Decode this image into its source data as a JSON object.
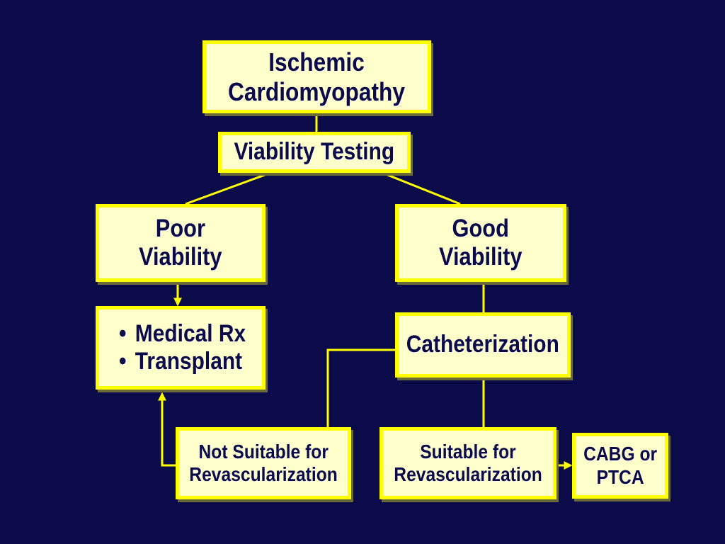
{
  "colors": {
    "background": "#0b0b4a",
    "box_fill": "#ffffcc",
    "box_border": "#ffff00",
    "connector": "#ffff00",
    "text": "#0b0b4a"
  },
  "nodes": {
    "ischemic": {
      "lines": [
        "Ischemic",
        "Cardiomyopathy"
      ]
    },
    "viability_testing": {
      "lines": [
        "Viability Testing"
      ]
    },
    "poor_viability": {
      "lines": [
        "Poor",
        "Viability"
      ]
    },
    "good_viability": {
      "lines": [
        "Good",
        "Viability"
      ]
    },
    "medical": {
      "lines": [
        "Medical Rx",
        "Transplant"
      ]
    },
    "catheterization": {
      "lines": [
        "Catheterization"
      ]
    },
    "not_suitable": {
      "lines": [
        "Not Suitable for",
        "Revascularization"
      ]
    },
    "suitable": {
      "lines": [
        "Suitable for",
        "Revascularization"
      ]
    },
    "cabg": {
      "lines": [
        "CABG or",
        "PTCA"
      ]
    }
  },
  "edges": [
    {
      "from": "ischemic",
      "to": "viability_testing",
      "arrow": false
    },
    {
      "from": "viability_testing",
      "to": "poor_viability",
      "arrow": false
    },
    {
      "from": "viability_testing",
      "to": "good_viability",
      "arrow": false
    },
    {
      "from": "poor_viability",
      "to": "medical",
      "arrow": true
    },
    {
      "from": "good_viability",
      "to": "catheterization",
      "arrow": false
    },
    {
      "from": "catheterization",
      "to": "not_suitable",
      "arrow": false
    },
    {
      "from": "catheterization",
      "to": "suitable",
      "arrow": false
    },
    {
      "from": "not_suitable",
      "to": "medical",
      "arrow": true
    },
    {
      "from": "suitable",
      "to": "cabg",
      "arrow": true
    }
  ]
}
